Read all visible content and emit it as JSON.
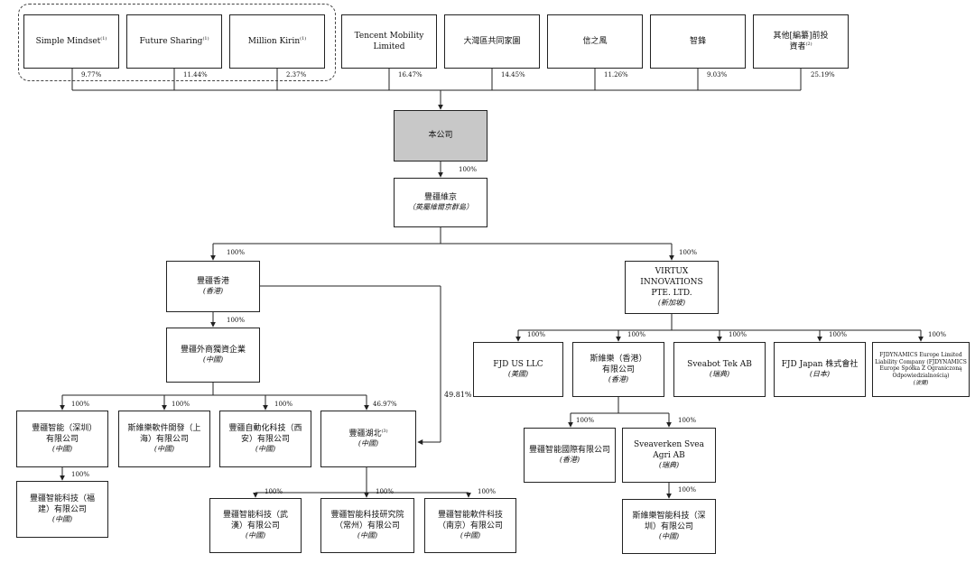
{
  "shareholders": [
    {
      "label": "Simple Mindset",
      "note": "(1)",
      "pct": "9.77%"
    },
    {
      "label": "Future Sharing",
      "note": "(1)",
      "pct": "11.44%"
    },
    {
      "label": "Million Kirin",
      "note": "(1)",
      "pct": "2.37%"
    },
    {
      "label": "Tencent Mobility Limited",
      "note": "",
      "pct": "16.47%"
    },
    {
      "label": "大灣區共同家園",
      "note": "",
      "pct": "14.45%"
    },
    {
      "label": "信之風",
      "note": "",
      "pct": "11.26%"
    },
    {
      "label": "智鋒",
      "note": "",
      "pct": "9.03%"
    },
    {
      "label": "其他[編纂]前投資者",
      "note": "(2)",
      "pct": "25.19%"
    }
  ],
  "company": {
    "label": "本公司"
  },
  "cayman": {
    "label": "豐疆維京",
    "sub": "（英屬維爾京群島）",
    "pct": "100%"
  },
  "hk": {
    "label": "豐疆香港",
    "sub": "(香港)",
    "pct": "100%"
  },
  "wfoe": {
    "label": "豐疆外商獨資企業",
    "sub": "(中國)",
    "pct": "100%"
  },
  "virtux": {
    "label": "VIRTUX INNOVATIONS PTE. LTD.",
    "sub": "(新加坡)",
    "pct": "100%"
  },
  "hubei_direct_pct": "49.81%",
  "wfoe_subs": [
    {
      "label": "豐疆智能（深圳）有限公司",
      "sub": "(中國)",
      "pct": "100%"
    },
    {
      "label": "斯維樂軟件開發（上海）有限公司",
      "sub": "(中國)",
      "pct": "100%"
    },
    {
      "label": "豐疆自動化科技（西安）有限公司",
      "sub": "(中國)",
      "pct": "100%"
    },
    {
      "label": "豐疆湖北",
      "note": "(3)",
      "sub": "(中國)",
      "pct": "46.97%"
    }
  ],
  "shenzhen_sub": {
    "label": "豐疆智能科技（福建）有限公司",
    "sub": "(中國)",
    "pct": "100%"
  },
  "hubei_subs": [
    {
      "label": "豐疆智能科技（武漢）有限公司",
      "sub": "(中國)",
      "pct": "100%"
    },
    {
      "label": "豐疆智能科技研究院（常州）有限公司",
      "sub": "(中國)",
      "pct": "100%"
    },
    {
      "label": "豐疆智能軟件科技（南京）有限公司",
      "sub": "(中國)",
      "pct": "100%"
    }
  ],
  "virtux_subs": [
    {
      "label": "FJD US LLC",
      "sub": "(美國)",
      "pct": "100%"
    },
    {
      "label": "斯維樂（香港）有限公司",
      "sub": "(香港)",
      "pct": "100%"
    },
    {
      "label": "Sveabot Tek AB",
      "sub": "(瑞典)",
      "pct": "100%"
    },
    {
      "label": "FJD Japan 株式會社",
      "sub": "(日本)",
      "pct": "100%"
    },
    {
      "label": "FJDYNAMICS Europe Limited Liability Company (FJDYNAMICS Europe Spółka Z Ograniczoną Odpowiedzialnością)",
      "sub": "(波蘭)",
      "pct": "100%"
    }
  ],
  "svela_hk_subs": [
    {
      "label": "豐疆智能國際有限公司",
      "sub": "(香港)",
      "pct": "100%"
    },
    {
      "label": "Sveaverken Svea Agri AB",
      "sub": "(瑞典)",
      "pct": "100%"
    }
  ],
  "svea_agri_sub": {
    "label": "斯維樂智能科技（深圳）有限公司",
    "sub": "(中國)",
    "pct": "100%"
  }
}
